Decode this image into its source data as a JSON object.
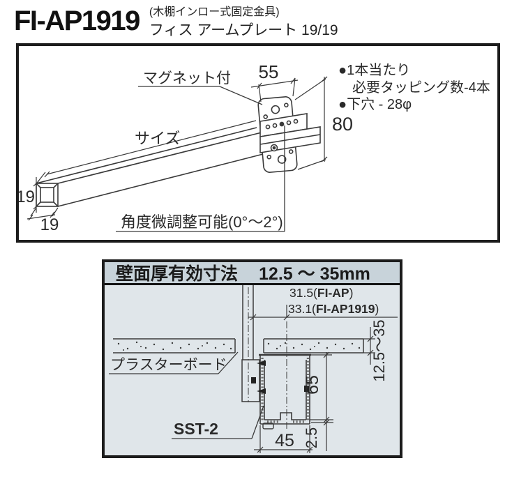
{
  "header": {
    "model": "FI-AP1919",
    "note": "(木棚インロー式固定金具)",
    "product": "フィス アームプレート 19/19"
  },
  "figure1": {
    "label_magnet": "マグネット付",
    "label_size": "サイズ",
    "label_angle": "角度微調整可能(0°〜2°)",
    "dim_plate_width": "55",
    "dim_plate_height": "80",
    "dim_tube_height": "19",
    "dim_tube_width": "19",
    "note_line1": "●1本当たり",
    "note_line2": "必要タッピング数-4本",
    "note_line3": "●下穴 - 28φ"
  },
  "figure2": {
    "panel_title": "壁面厚有効寸法",
    "panel_range": "12.5 〜 35mm",
    "dim_a_value": "31.5(",
    "dim_a_model": "FI-AP",
    "dim_a_close": ")",
    "dim_b_value": "33.1(",
    "dim_b_model": "FI-AP1919",
    "dim_b_close": ")",
    "label_board": "プラスターボード",
    "label_bracket": "SST-2",
    "dim_bracket_height": "65",
    "dim_bracket_width": "45",
    "dim_plate_thickness": "2.5",
    "dim_wall_range": "12.5〜35"
  },
  "colors": {
    "line": "#3a3a3a",
    "border": "#1c1c1c",
    "panel_bg": "#e0e6ea",
    "panel_header_bg": "#c8d3da"
  }
}
